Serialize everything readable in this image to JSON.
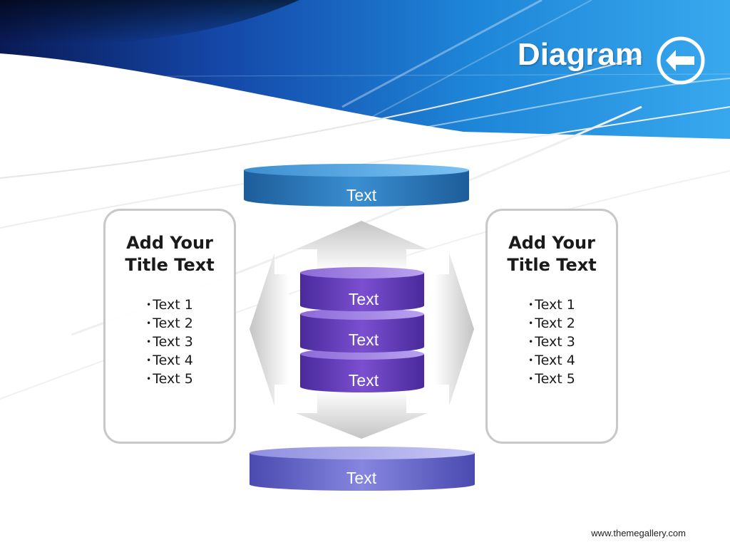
{
  "slide": {
    "title": "Diagram",
    "footer": "www.themegallery.com"
  },
  "diagram": {
    "top_disc": "Text",
    "stack": [
      "Text",
      "Text",
      "Text"
    ],
    "bottom_disc": "Text"
  },
  "panels": {
    "left": {
      "title_line1": "Add Your",
      "title_line2": "Title Text",
      "items": [
        "Text 1",
        "Text 2",
        "Text 3",
        "Text 4",
        "Text 5"
      ]
    },
    "right": {
      "title_line1": "Add Your",
      "title_line2": "Title Text",
      "items": [
        "Text 1",
        "Text 2",
        "Text 3",
        "Text 4",
        "Text 5"
      ]
    }
  },
  "colors": {
    "header_blue": "#1e7fd4",
    "top_disc": "#2f7fc0",
    "stack_purple": "#6a3fc0",
    "bottom_disc": "#6a6ad0",
    "panel_border": "#c8c8c8"
  }
}
